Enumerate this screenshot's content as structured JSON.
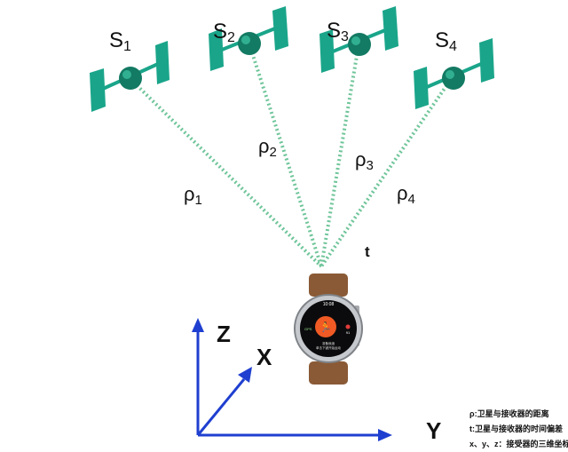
{
  "satellites": [
    {
      "symbol": "S",
      "index": "1"
    },
    {
      "symbol": "S",
      "index": "2"
    },
    {
      "symbol": "S",
      "index": "3"
    },
    {
      "symbol": "S",
      "index": "4"
    }
  ],
  "distances": [
    {
      "symbol": "ρ",
      "index": "1"
    },
    {
      "symbol": "ρ",
      "index": "2"
    },
    {
      "symbol": "ρ",
      "index": "3"
    },
    {
      "symbol": "ρ",
      "index": "4"
    }
  ],
  "time_label": "t",
  "axes": {
    "z": "Z",
    "x": "X",
    "y": "Y"
  },
  "watch": {
    "time": "10:08",
    "gps": "GPS",
    "heart_value": "91",
    "status_line1": "准备就绪",
    "status_line2": "单击下键开始运动"
  },
  "legend": [
    "ρ:卫星与接收器的距离",
    "t:卫星与接收器的时间偏差",
    "x、y、z：接受器的三维坐标"
  ],
  "colors": {
    "panel": "#1aa58a",
    "body": "#146e5a",
    "ray": "#6fc59a",
    "axis": "#1f3fd0"
  }
}
